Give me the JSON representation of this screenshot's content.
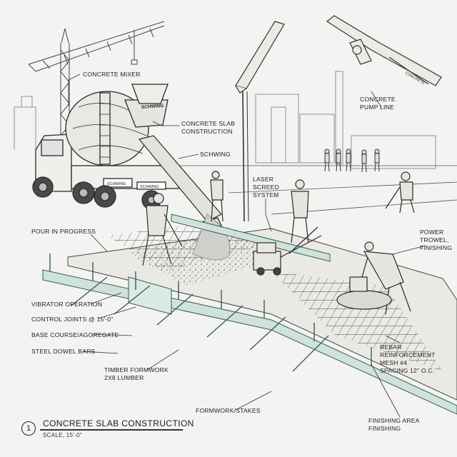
{
  "labels": {
    "concrete_mixer": "CONCRETE MIXER",
    "slab_construction": [
      "CONCRETE SLAB",
      "CONSTRUCTION"
    ],
    "schwing": "SCHWING",
    "pump_line": [
      "CONCRETE",
      "PUMP LINE"
    ],
    "laser_screed": [
      "LASER",
      "SCREED",
      "SYSTEM"
    ],
    "pour_in_progress": "POUR IN PROGRESS",
    "power_trowel": [
      "POWER",
      "TROWEL,",
      "FINISHING"
    ],
    "vibrator_operation": "VIBRATOR OPERATION",
    "control_joints": "CONTROL JOINTS @ 15'-0\"",
    "base_course": "BASE COURSE/AGGREGATE",
    "dowel_bars": "STEEL DOWEL BARS",
    "timber_formwork": [
      "TIMBER FORMWORK",
      "2x8 LUMBER"
    ],
    "rebar_mesh": [
      "REBAR",
      "REINFORCEMENT",
      "MESH #4",
      "SPACING 12\" O.C."
    ],
    "formwork_stakes": "FORMWORK/STAKES",
    "finishing_area": [
      "FINISHING AREA",
      "FINISHING"
    ]
  },
  "truck_text": {
    "hopper_brand": "SCHWING",
    "side_brand_1": "SCHWING",
    "side_brand_2": "SCHWING",
    "boom_brand": "CONCRETE"
  },
  "title_block": {
    "number": "1",
    "title": "CONCRETE SLAB CONSTRUCTION",
    "scale": "SCALE, 15'-0\""
  },
  "colors": {
    "ink": "#2a2a2a",
    "accent_teal": "#8fc3b4",
    "paper": "#f3f3f1"
  }
}
